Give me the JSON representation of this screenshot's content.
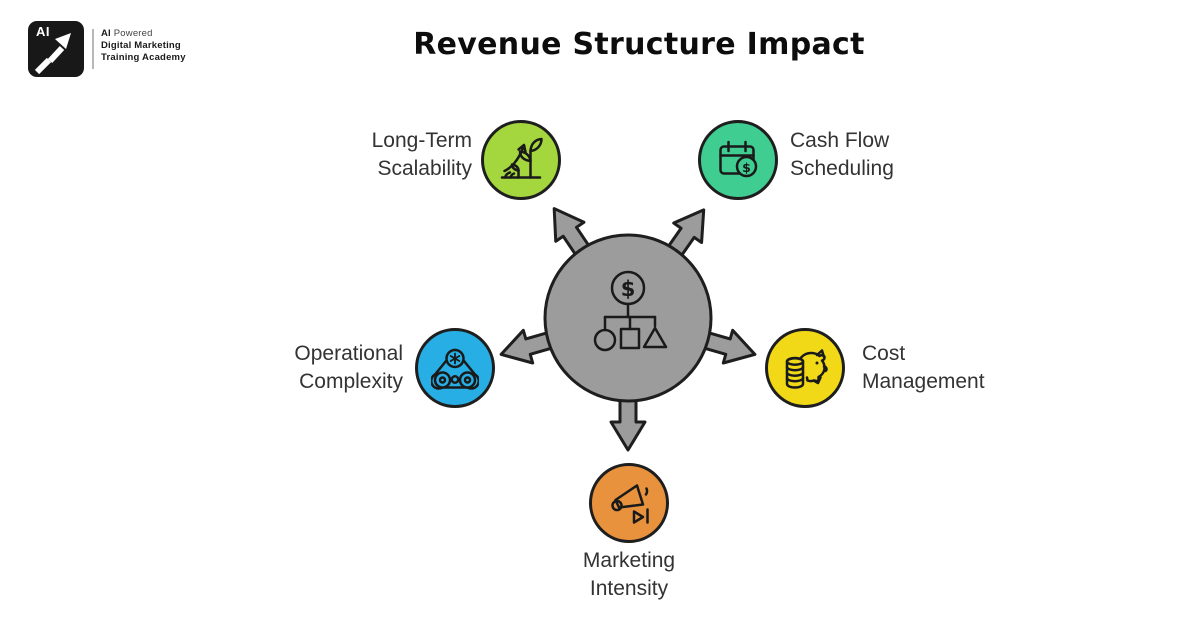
{
  "brand": {
    "logo_mark": "AI",
    "name_line1_bold": "AI",
    "name_line1_rest": " Powered",
    "name_line2": "Digital Marketing",
    "name_line3": "Training Academy"
  },
  "title": "Revenue Structure Impact",
  "colors": {
    "background": "#FFFFFF",
    "hub": "#9C9C9C",
    "outline": "#1E1E1E",
    "title_text": "#0D0D0D",
    "label_text": "#333333"
  },
  "diagram": {
    "hub": {
      "icon": "revenue-org-chart-icon",
      "currency_symbol": "$"
    },
    "nodes": [
      {
        "id": "long-term-scalability",
        "label": "Long-Term\nScalability",
        "color": "#A4D63E",
        "icon": "growth-plant-icon"
      },
      {
        "id": "cash-flow-scheduling",
        "label": "Cash Flow\nScheduling",
        "color": "#3FCD92",
        "icon": "calendar-dollar-icon"
      },
      {
        "id": "operational-complexity",
        "label": "Operational\nComplexity",
        "color": "#27AEE4",
        "icon": "belt-pulley-icon"
      },
      {
        "id": "cost-management",
        "label": "Cost\nManagement",
        "color": "#F2D917",
        "icon": "piggy-bank-coins-icon"
      },
      {
        "id": "marketing-intensity",
        "label": "Marketing\nIntensity",
        "color": "#E8923E",
        "icon": "megaphone-play-icon"
      }
    ]
  }
}
